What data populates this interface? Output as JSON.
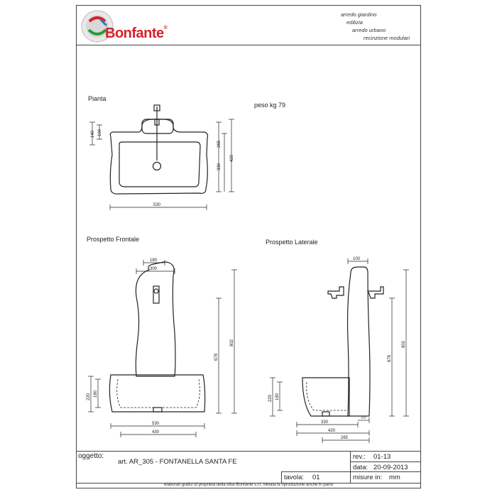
{
  "brand": {
    "name": "Bonfante",
    "reg": "®"
  },
  "categories": [
    "arredo giardino",
    "edilizia",
    "arredo urbano",
    "recinzione modulari"
  ],
  "views": {
    "plan": "Pianta",
    "front": "Prospetto Frontale",
    "side": "Prospetto Laterale"
  },
  "weight": "peso kg 79",
  "dimensions": {
    "plan": {
      "d140": "140",
      "d100": "100",
      "d265": "265",
      "d330": "330",
      "d420": "420",
      "d530": "530"
    },
    "front": {
      "d180": "180",
      "d300": "300",
      "d220": "220",
      "d180b": "180",
      "d678": "678",
      "d802": "802",
      "d530": "530",
      "d430": "430"
    },
    "side": {
      "d100": "100",
      "d220": "220",
      "d180": "180",
      "d678": "678",
      "d802": "802",
      "d330": "330",
      "d70": "70",
      "d420": "420",
      "d265": "265"
    }
  },
  "titleblock": {
    "oggetto_label": "oggetto:",
    "article": "art. AR_305  -  FONTANELLA SANTA FE",
    "rev_label": "rev.:",
    "rev_value": "01-13",
    "data_label": "data:",
    "data_value": "20-09-2013",
    "tavola_label": "tavola:",
    "tavola_value": "01",
    "misure_label": "misure in:",
    "misure_value": "mm"
  },
  "footer": "elaborati grafici di proprietà della ditta Bonfante s.r.l. vietata la riproduzione anche in parte"
}
